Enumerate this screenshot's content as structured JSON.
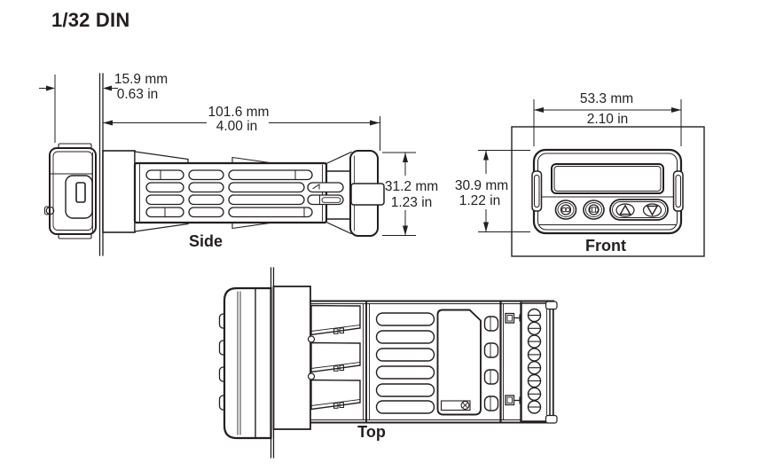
{
  "title": "1/32 DIN",
  "colors": {
    "line": "#231f20",
    "background": "#ffffff"
  },
  "views": {
    "side": {
      "label": "Side",
      "dims": {
        "bezel_depth": {
          "mm": "15.9 mm",
          "inch": "0.63 in"
        },
        "body_length": {
          "mm": "101.6 mm",
          "inch": "4.00 in"
        },
        "rear_height": {
          "mm": "31.2 mm",
          "inch": "1.23 in"
        }
      }
    },
    "front": {
      "label": "Front",
      "dims": {
        "width": {
          "mm": "53.3 mm",
          "inch": "2.10 in"
        },
        "height": {
          "mm": "30.9 mm",
          "inch": "1.22 in"
        }
      }
    },
    "top": {
      "label": "Top"
    }
  }
}
